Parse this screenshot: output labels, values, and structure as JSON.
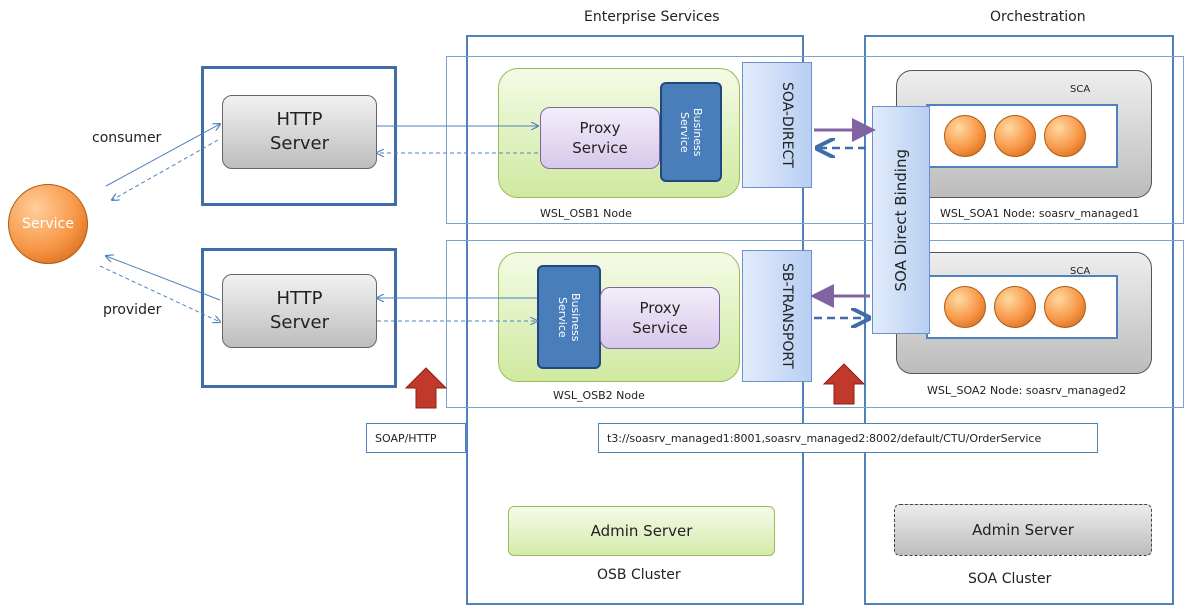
{
  "clusters": {
    "enterprise_title": "Enterprise Services",
    "orchestration_title": "Orchestration",
    "osb_cluster": "OSB Cluster",
    "soa_cluster": "SOA Cluster"
  },
  "service": {
    "label": "Service"
  },
  "edges": {
    "consumer": "consumer",
    "provider": "provider"
  },
  "http_servers": [
    {
      "line1": "HTTP",
      "line2": "Server"
    },
    {
      "line1": "HTTP",
      "line2": "Server"
    }
  ],
  "osb_nodes": [
    {
      "node_label": "WSL_OSB1 Node",
      "proxy_line1": "Proxy",
      "proxy_line2": "Service",
      "business_line1": "Business",
      "business_line2": "Service",
      "transport": "SOA-DIRECT"
    },
    {
      "node_label": "WSL_OSB2 Node",
      "proxy_line1": "Proxy",
      "proxy_line2": "Service",
      "business_line1": "Business",
      "business_line2": "Service",
      "transport": "SB-TRANSPORT"
    }
  ],
  "soa_nodes": [
    {
      "node_label": "WSL_SOA1 Node: soasrv_managed1",
      "sca": "SCA"
    },
    {
      "node_label": "WSL_SOA2 Node: soasrv_managed2",
      "sca": "SCA"
    }
  ],
  "binding": "SOA Direct Binding",
  "protocol_tags": {
    "soap_http": "SOAP/HTTP",
    "t3_url": "t3://soasrv_managed1:8001,soasrv_managed2:8002/default/CTU/OrderService"
  },
  "admin_servers": {
    "osb": "Admin Server",
    "soa": "Admin Server"
  },
  "colors": {
    "cluster_border": "#4f81bd",
    "service_orange": "#f79646",
    "arrow_red": "#c0392b",
    "green_node": "#cfe9a0",
    "purple_arrow": "#8064a2"
  }
}
